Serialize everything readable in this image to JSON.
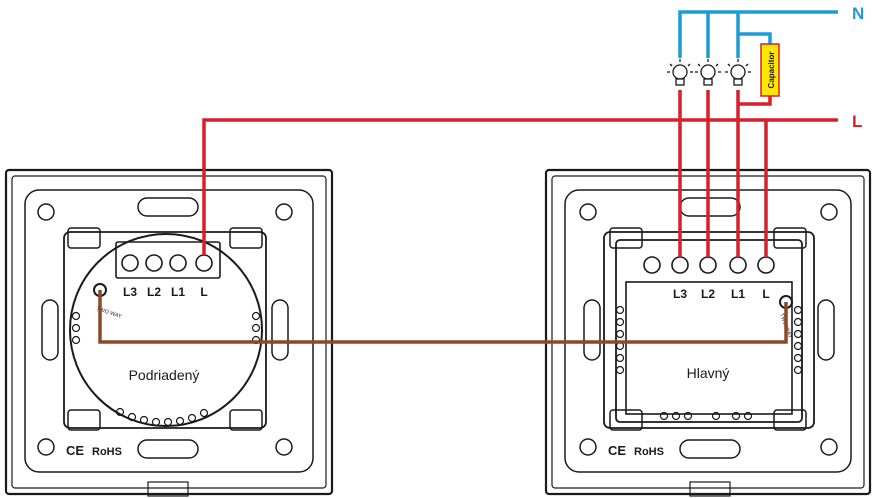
{
  "lines": {
    "neutral": "N",
    "live": "L"
  },
  "capacitor_label": "Capacitor",
  "slave": {
    "name": "Podriadený",
    "terminals": [
      "L3",
      "L2",
      "L1",
      "L"
    ],
    "mode_label": "TWO WAY",
    "ce_mark": "CE",
    "rohs": "RoHS"
  },
  "master": {
    "name": "Hlavný",
    "terminals": [
      "L3",
      "L2",
      "L1",
      "L"
    ],
    "mode_label": "TWO WAY",
    "ce_mark": "CE",
    "rohs": "RoHS"
  },
  "colors": {
    "neutral_wire": "#1d9bd7",
    "live_wire": "#d6202a",
    "link_wire": "#8a4a28",
    "capacitor_fill": "#ffe600",
    "device_outline": "#1a1a1a"
  }
}
